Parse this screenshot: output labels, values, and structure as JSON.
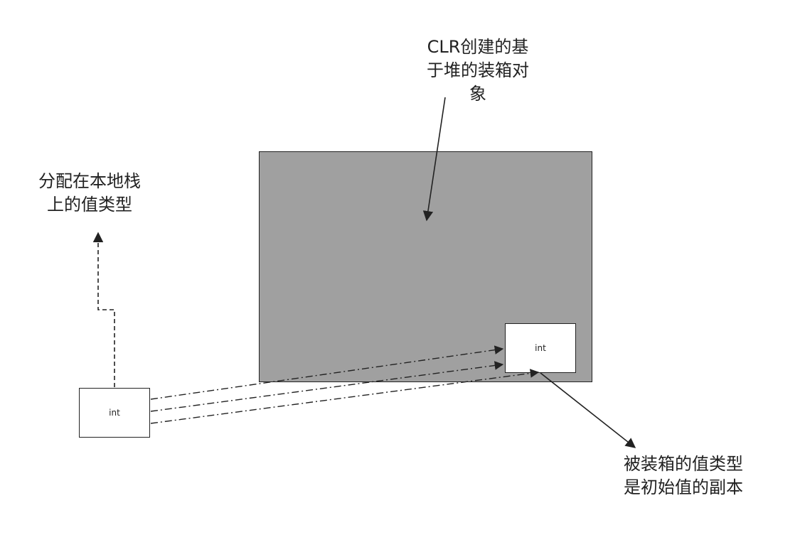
{
  "diagram": {
    "heap_object_label": "CLR创建的基于堆的装箱对象",
    "stack_value_label": "分配在本地栈上的值类型",
    "boxed_copy_label": "被装箱的值类型是初始值的副本",
    "stack_int_label": "int",
    "boxed_int_label": "int",
    "colors": {
      "heap_fill": "#a0a0a0",
      "stroke": "#222222",
      "box_fill": "#ffffff"
    }
  }
}
